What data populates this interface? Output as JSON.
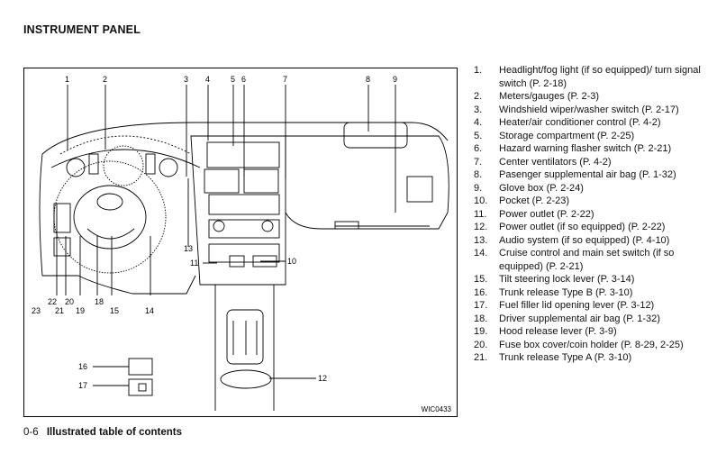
{
  "page": {
    "title": "INSTRUMENT PANEL",
    "page_number": "0-6",
    "section_title": "Illustrated table of contents"
  },
  "figure": {
    "code": "WIC0433",
    "callouts": [
      "1",
      "2",
      "3",
      "4",
      "5",
      "6",
      "7",
      "8",
      "9",
      "10",
      "11",
      "12",
      "13",
      "14",
      "15",
      "16",
      "17",
      "18",
      "19",
      "20",
      "21",
      "22",
      "23"
    ]
  },
  "items": [
    {
      "num": "1.",
      "text": "Headlight/fog light (if so equipped)/ turn signal switch (P. 2-18)"
    },
    {
      "num": "2.",
      "text": "Meters/gauges (P. 2-3)"
    },
    {
      "num": "3.",
      "text": "Windshield wiper/washer switch (P. 2-17)"
    },
    {
      "num": "4.",
      "text": "Heater/air conditioner control (P. 4-2)"
    },
    {
      "num": "5.",
      "text": "Storage compartment (P. 2-25)"
    },
    {
      "num": "6.",
      "text": "Hazard warning flasher switch (P. 2-21)"
    },
    {
      "num": "7.",
      "text": "Center ventilators (P. 4-2)"
    },
    {
      "num": "8.",
      "text": "Pasenger supplemental air bag (P. 1-32)"
    },
    {
      "num": "9.",
      "text": "Glove box (P. 2-24)"
    },
    {
      "num": "10.",
      "text": "Pocket (P. 2-23)"
    },
    {
      "num": "11.",
      "text": "Power outlet (P. 2-22)"
    },
    {
      "num": "12.",
      "text": "Power outlet (if so equipped) (P. 2-22)"
    },
    {
      "num": "13.",
      "text": "Audio system (if so equipped) (P. 4-10)"
    },
    {
      "num": "14.",
      "text": "Cruise control and main set switch (if so equipped) (P. 2-21)"
    },
    {
      "num": "15.",
      "text": "Tilt steering lock lever (P. 3-14)"
    },
    {
      "num": "16.",
      "text": "Trunk release Type B (P. 3-10)"
    },
    {
      "num": "17.",
      "text": "Fuel filler lid opening lever (P. 3-12)"
    },
    {
      "num": "18.",
      "text": "Driver supplemental air bag (P. 1-32)"
    },
    {
      "num": "19.",
      "text": "Hood release lever (P. 3-9)"
    },
    {
      "num": "20.",
      "text": "Fuse box cover/coin holder (P. 8-29, 2-25)"
    },
    {
      "num": "21.",
      "text": "Trunk release Type A (P. 3-10)"
    }
  ]
}
